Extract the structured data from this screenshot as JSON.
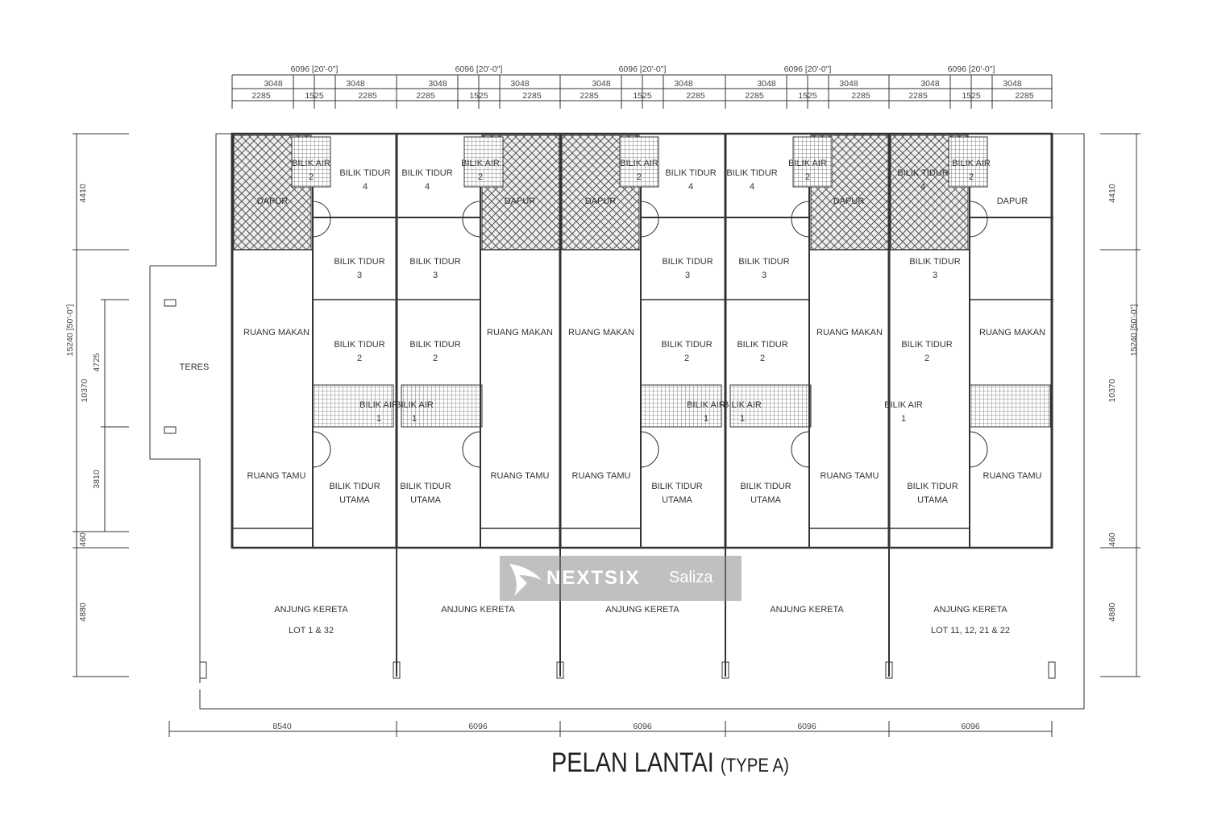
{
  "title": {
    "main": "PELAN LANTAI",
    "sub": "(TYPE A)"
  },
  "watermark": {
    "brand": "NEXTSIX",
    "agent": "Saliza"
  },
  "dimensions": {
    "top_unit": "6096 [20'-0\"]",
    "top_half": "3048",
    "top_parts": [
      "2285",
      "1525",
      "2285"
    ],
    "left": [
      "4410",
      "15240 [50'-0\"]",
      "10370",
      "4725",
      "3810",
      "460",
      "4880"
    ],
    "right": [
      "4410",
      "15240 [50'-0\"]",
      "10370",
      "460",
      "4880"
    ],
    "bottom": [
      "8540",
      "6096",
      "6096",
      "6096",
      "6096"
    ]
  },
  "terrace": "TERES",
  "carports": [
    {
      "label": "ANJUNG KERETA",
      "lot": "LOT 1 & 32"
    },
    {
      "label": "ANJUNG KERETA"
    },
    {
      "label": "ANJUNG KERETA"
    },
    {
      "label": "ANJUNG KERETA"
    },
    {
      "label": "ANJUNG KERETA",
      "lot": "LOT 11, 12, 21 & 22"
    }
  ],
  "units": [
    {
      "rooms": [
        "DAPUR",
        "BILIK AIR 2",
        "BILIK TIDUR 4",
        "BILIK TIDUR 3",
        "RUANG MAKAN",
        "BILIK TIDUR 2",
        "BILIK AIR 1",
        "RUANG TAMU",
        "BILIK TIDUR UTAMA"
      ]
    },
    {
      "rooms": [
        "DAPUR",
        "BILIK AIR 2",
        "BILIK TIDUR 4",
        "BILIK TIDUR 3",
        "RUANG MAKAN",
        "BILIK TIDUR 2",
        "BILIK AIR 1",
        "RUANG TAMU",
        "BILIK TIDUR UTAMA"
      ]
    },
    {
      "rooms": [
        "DAPUR",
        "BILIK AIR 2",
        "BILIK TIDUR 4",
        "BILIK TIDUR 3",
        "RUANG MAKAN",
        "BILIK TIDUR 2",
        "BILIK AIR 1",
        "RUANG TAMU",
        "BILIK TIDUR UTAMA"
      ]
    },
    {
      "rooms": [
        "DAPUR",
        "BILIK AIR 2",
        "BILIK TIDUR 4",
        "BILIK TIDUR 3",
        "RUANG MAKAN",
        "BILIK TIDUR 2",
        "BILIK AIR 1",
        "RUANG TAMU",
        "BILIK TIDUR UTAMA"
      ]
    },
    {
      "rooms": [
        "DAPUR",
        "BILIK AIR 2",
        "BILIK TIDUR 4",
        "BILIK TIDUR 3",
        "RUANG MAKAN",
        "BILIK TIDUR 2",
        "BILIK AIR 1",
        "RUANG TAMU",
        "BILIK TIDUR UTAMA"
      ]
    }
  ]
}
